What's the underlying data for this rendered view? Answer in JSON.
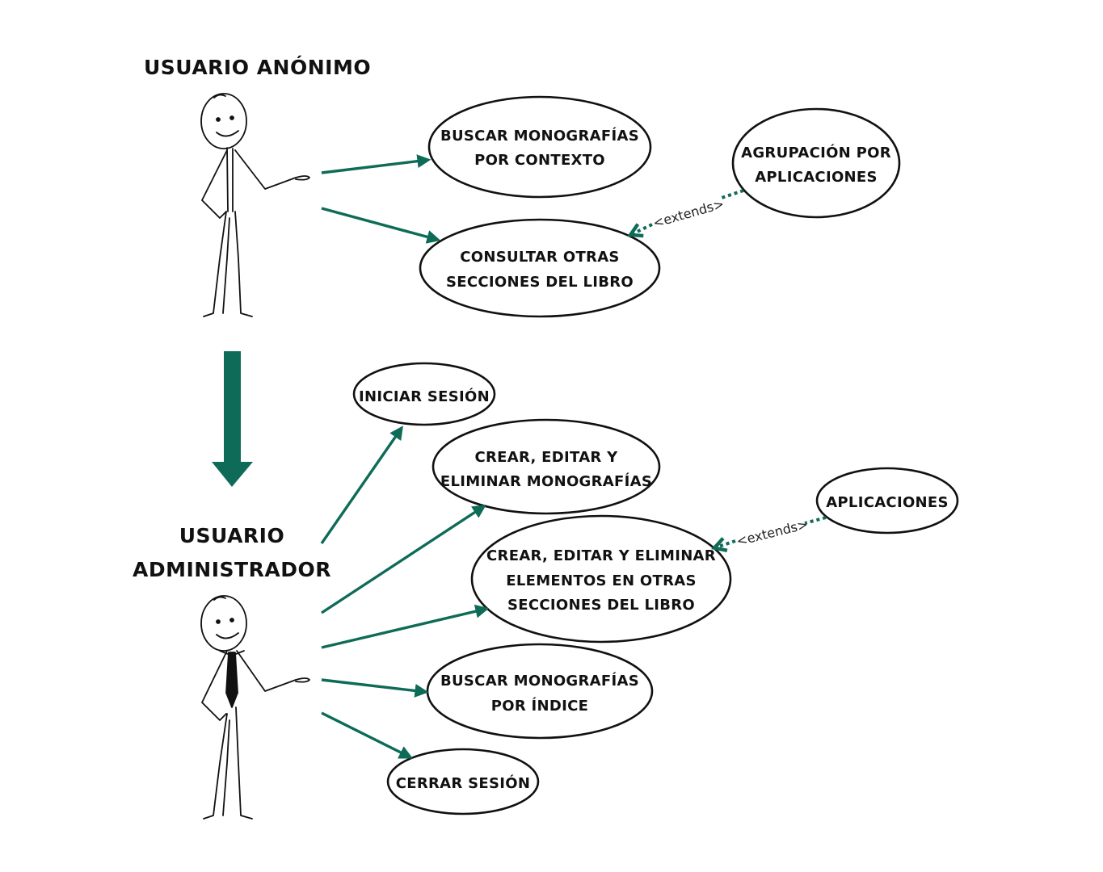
{
  "accent_color": "#0e6b58",
  "actors": {
    "anonymous": {
      "label": "USUARIO ANÓNIMO"
    },
    "admin": {
      "label_line1": "USUARIO",
      "label_line2": "ADMINISTRADOR"
    }
  },
  "use_cases": {
    "buscar_contexto": {
      "line1": "BUSCAR MONOGRAFÍAS",
      "line2": "POR CONTEXTO"
    },
    "consultar_secciones": {
      "line1": "CONSULTAR OTRAS",
      "line2": "SECCIONES DEL LIBRO"
    },
    "agrupacion": {
      "line1": "AGRUPACIÓN POR",
      "line2": "APLICACIONES"
    },
    "iniciar_sesion": {
      "line1": "INICIAR SESIÓN"
    },
    "crear_monografias": {
      "line1": "CREAR, EDITAR Y",
      "line2": "ELIMINAR MONOGRAFÍAS"
    },
    "crear_elementos": {
      "line1": "CREAR, EDITAR Y ELIMINAR",
      "line2": "ELEMENTOS EN OTRAS",
      "line3": "SECCIONES DEL LIBRO"
    },
    "aplicaciones": {
      "line1": "APLICACIONES"
    },
    "buscar_indice": {
      "line1": "BUSCAR MONOGRAFÍAS",
      "line2": "POR ÍNDICE"
    },
    "cerrar_sesion": {
      "line1": "CERRAR SESIÓN"
    }
  },
  "relations": {
    "extend_label_1": "<extends>",
    "extend_label_2": "<extends>"
  }
}
